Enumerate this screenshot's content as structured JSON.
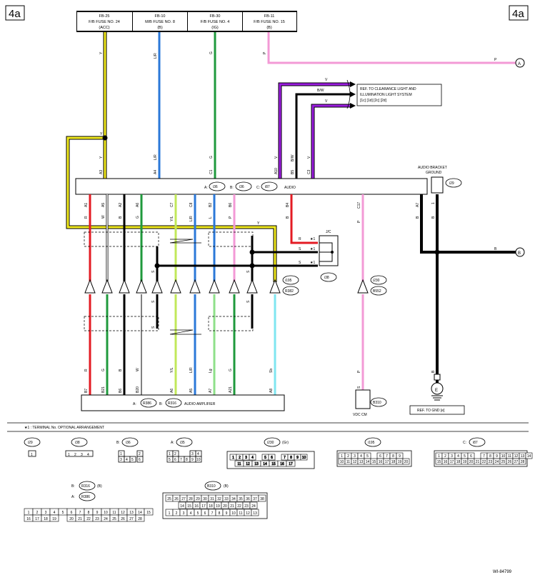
{
  "page_label": "4a",
  "fuses": [
    {
      "line1": "FB-25",
      "line2": "F/B FUSE NO. 24",
      "line3": "(ACC)"
    },
    {
      "line1": "FB-10",
      "line2": "M/B FUSE NO. 8",
      "line3": "(B)"
    },
    {
      "line1": "FB-30",
      "line2": "F/B FUSE NO. 4",
      "line3": "(IG)"
    },
    {
      "line1": "FB-11",
      "line2": "F/B FUSE NO. 15",
      "line3": "(B)"
    }
  ],
  "wire_colors": {
    "Y": "#f2ea1e",
    "L/R": "#2b78d8",
    "G": "#1f9a3c",
    "P": "#f39ad6",
    "V": "#9b1de0",
    "B": "#000000",
    "R": "#e31b23",
    "W": "#ffffff",
    "Sb": "#7fe6f0",
    "Lg": "#8fe08a",
    "S": "#000000"
  },
  "connectors": {
    "A": "A",
    "B": "B",
    "E": "E"
  },
  "ref_clearance": {
    "line1": "REF. TO CLEARANCE LIGHT AND",
    "line2": "ILLUMINATION LIGHT SYSTEM",
    "line3": "[1c] [1d] [2c] [2d]"
  },
  "audio": {
    "label": "AUDIO",
    "c1": "i36",
    "c2": "i36",
    "c3": "i87",
    "top_pins": [
      "A3",
      "A4",
      "C1",
      "A10",
      "B5",
      "C3"
    ],
    "top_colors": [
      "Y",
      "L/R",
      "G",
      "V",
      "B/W",
      "V"
    ],
    "bottom_pins": [
      "A1",
      "A5",
      "A2",
      "A6",
      "C7",
      "C8",
      "B2",
      "B6",
      "B4",
      "C17",
      "A7"
    ],
    "bottom_colors": [
      "R",
      "W",
      "B",
      "G",
      "Y/L",
      "L/R",
      "L",
      "P",
      "B",
      "P",
      "B"
    ]
  },
  "bracket_ground": {
    "line1": "AUDIO BRACKET",
    "line2": "GROUND",
    "conn": "i29",
    "pin": "1"
  },
  "jc": {
    "label": "J/C",
    "conn": "i38",
    "star": "★1"
  },
  "i195": {
    "c1": "i195",
    "c2": "R382"
  },
  "i230": {
    "c1": "i230",
    "c2": "B552"
  },
  "amp": {
    "label": "AUDIO AMPLIFIER",
    "c1": "R386",
    "c2": "R316",
    "a": "A:",
    "b": "B:",
    "pins": [
      "B7",
      "B21",
      "B6",
      "B20",
      "A6",
      "A5",
      "A7",
      "A21",
      "A8"
    ],
    "colors": [
      "R",
      "G",
      "B",
      "W",
      "Y/L",
      "L/R",
      "Lg",
      "G",
      "Sb"
    ]
  },
  "vdc": {
    "label": "VDC CM",
    "conn": "B310",
    "pin_color": "P",
    "pin2": "S"
  },
  "gnd_ref": "REF. TO GND [e]",
  "footnote": "★1  : TERMINAL No. OPTIONAL ARRANGEMENT",
  "code": "WI-84799",
  "conn_views": [
    {
      "label": "i29",
      "extra": ""
    },
    {
      "label": "i38",
      "extra": ""
    },
    {
      "label": "i36",
      "extra": "B:"
    },
    {
      "label": "i35",
      "extra": "A:"
    },
    {
      "label": "i230",
      "extra": "(Gr)"
    },
    {
      "label": "i195",
      "extra": ""
    },
    {
      "label": "i87",
      "extra": "C:"
    }
  ],
  "pins_i38": [
    "1",
    "2",
    "3",
    "4"
  ],
  "pins_i36": [
    [
      "1",
      "",
      "2"
    ],
    [
      "3",
      "4",
      "5",
      "6"
    ]
  ],
  "pins_i35": [
    [
      "1",
      "2",
      "",
      "3",
      "4"
    ],
    [
      "5",
      "6",
      "7",
      "8",
      "9",
      "10"
    ]
  ],
  "pins_i230": [
    [
      "1",
      "2",
      "3",
      "4",
      "",
      "5",
      "6",
      "",
      "7",
      "8",
      "9",
      "10"
    ],
    [
      "11",
      "12",
      "13",
      "14",
      "15",
      "16",
      "17"
    ]
  ],
  "pins_i195": [
    [
      "1",
      "2",
      "3",
      "4",
      "5",
      "",
      "6",
      "7",
      "8",
      "9"
    ],
    [
      "10",
      "11",
      "12",
      "13",
      "14",
      "15",
      "16",
      "17",
      "18",
      "19",
      "20"
    ]
  ],
  "pins_i87": [
    [
      "1",
      "2",
      "3",
      "4",
      "5",
      "6",
      "",
      "7",
      "8",
      "9",
      "10",
      "11",
      "12",
      "13",
      "14"
    ],
    [
      "15",
      "16",
      "17",
      "18",
      "19",
      "20",
      "21",
      "22",
      "23",
      "24",
      "25",
      "26",
      "27",
      "28"
    ]
  ],
  "r316_label": "B: R316 (B)",
  "r386_label": "A: R386",
  "pins_r386": [
    [
      "1",
      "2",
      "3",
      "4",
      "5",
      "6",
      "7",
      "8",
      "9",
      "10",
      "11",
      "12",
      "13",
      "14",
      "15"
    ],
    [
      "16",
      "17",
      "18",
      "19",
      "",
      "20",
      "21",
      "22",
      "23",
      "24",
      "25",
      "26",
      "27",
      "28"
    ]
  ],
  "b310_label": "B310 (B)",
  "pins_b310": [
    [
      "25",
      "26",
      "27",
      "28",
      "29",
      "30",
      "31",
      "32",
      "33",
      "34",
      "35",
      "36",
      "37",
      "38"
    ],
    [
      "14",
      "15",
      "16",
      "17",
      "18",
      "19",
      "20",
      "21",
      "22",
      "23",
      "24"
    ],
    [
      "1",
      "2",
      "3",
      "4",
      "5",
      "6",
      "7",
      "8",
      "9",
      "10",
      "11",
      "12",
      "13"
    ]
  ]
}
